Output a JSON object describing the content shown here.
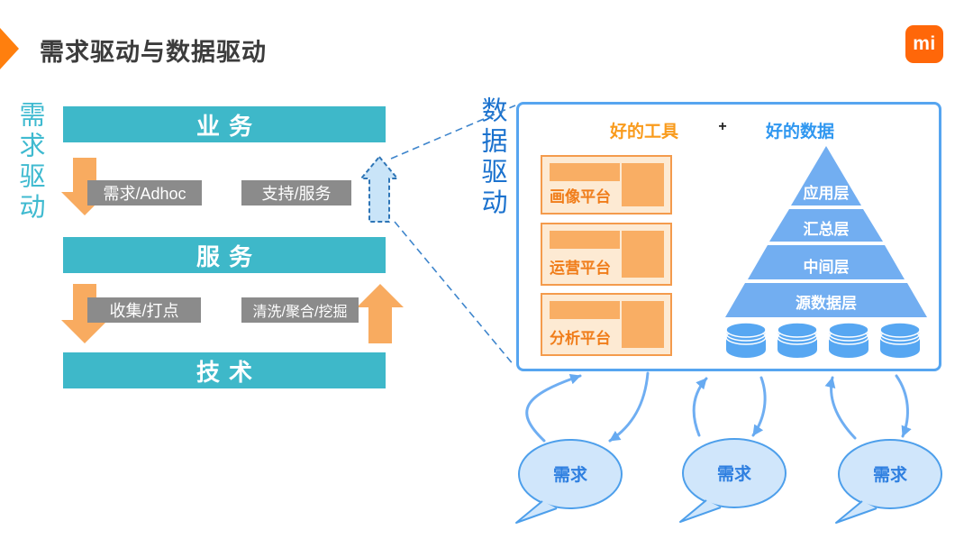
{
  "header": {
    "title": "需求驱动与数据驱动",
    "logo_text": "mi"
  },
  "left_panel": {
    "side_label": "需求驱动",
    "layers": [
      {
        "label": "业务"
      },
      {
        "label": "服务"
      },
      {
        "label": "技术"
      }
    ],
    "flow_labels": [
      {
        "label": "需求/Adhoc"
      },
      {
        "label": "支持/服务"
      },
      {
        "label": "收集/打点"
      },
      {
        "label": "清洗/聚合/挖掘"
      }
    ]
  },
  "right_panel": {
    "side_label": "数据驱动",
    "tools_heading": "好的工具",
    "plus_sign": "+",
    "data_heading": "好的数据",
    "platform_cards": [
      {
        "label": "画像平台"
      },
      {
        "label": "运营平台"
      },
      {
        "label": "分析平台"
      }
    ],
    "pyramid_layers": [
      {
        "label": "应用层"
      },
      {
        "label": "汇总层"
      },
      {
        "label": "中间层"
      },
      {
        "label": "源数据层"
      }
    ],
    "demand_bubbles": [
      {
        "label": "需求"
      },
      {
        "label": "需求"
      },
      {
        "label": "需求"
      }
    ]
  },
  "colors": {
    "brand_orange": "#FF6709",
    "title_marker_orange": "#FF7F0E",
    "teal": "#3EB8C9",
    "flow_gray": "#8B8B8B",
    "arrow_orange": "#F8AB60",
    "box_border_blue": "#56A5F0",
    "side_label_blue": "#1B72CE",
    "tools_orange": "#F99B1C",
    "data_blue": "#2F97F0",
    "card_fill": "#FDEAD3",
    "card_accent": "#F9AE64",
    "pyramid_blue": "#72AEF1",
    "cylinder_blue": "#57A7F2",
    "bubble_fill": "#D0E6FB",
    "bubble_border": "#4D9FEB",
    "bubble_text": "#2E7FE0"
  }
}
